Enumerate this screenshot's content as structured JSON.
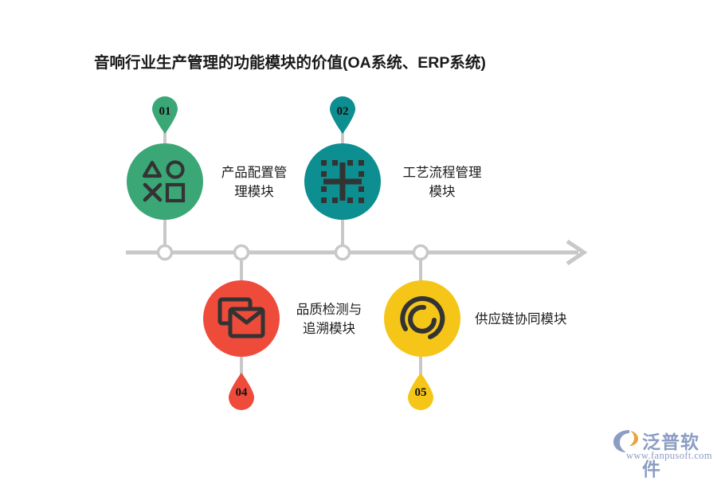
{
  "title": "音响行业生产管理的功能模块的价值(OA系统、ERP系统)",
  "colors": {
    "green": "#3BA776",
    "teal": "#0D8E91",
    "red": "#EE4B3B",
    "yellow": "#F5C518",
    "axis": "#C8C8C8",
    "icon_dark": "#333333",
    "text": "#1c1c1c",
    "title": "#1a1a1a",
    "logo": "#8b9dc3",
    "logo_accent": "#E8A33D"
  },
  "timeline": {
    "marker_count": 4,
    "has_arrow": true
  },
  "nodes": [
    {
      "number": "01",
      "label": "产品配置管\n理模块",
      "color": "#3BA776",
      "icon": "shapes-icon",
      "position": "above"
    },
    {
      "number": "02",
      "label": "工艺流程管理\n模块",
      "color": "#0D8E91",
      "icon": "crosshair-grid-icon",
      "position": "above"
    },
    {
      "number": "04",
      "label": "品质检测与\n追溯模块",
      "color": "#EE4B3B",
      "icon": "envelopes-icon",
      "position": "below"
    },
    {
      "number": "05",
      "label": "供应链协同模块",
      "color": "#F5C518",
      "icon": "sync-spiral-icon",
      "position": "below"
    }
  ],
  "logo": {
    "name": "泛普软件",
    "url": "www.fanpusoft.com"
  }
}
